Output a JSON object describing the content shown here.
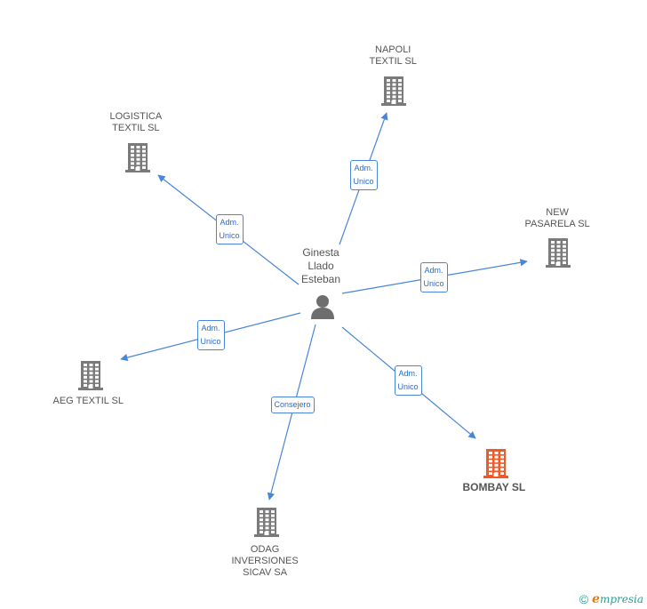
{
  "colors": {
    "edge": "#4a86d8",
    "edge_label_text": "#2a6cc9",
    "company_icon": "#7a7a7a",
    "company_icon_highlight": "#f05a28",
    "person_icon": "#6e6e6e",
    "text": "#555555"
  },
  "center_person": {
    "name_lines": [
      "Ginesta",
      "Llado",
      "Esteban"
    ],
    "icon": "person-icon"
  },
  "companies": [
    {
      "id": "napoli",
      "name_lines": [
        "NAPOLI",
        "TEXTIL SL"
      ],
      "icon": "building-icon",
      "highlight": false
    },
    {
      "id": "logistica",
      "name_lines": [
        "LOGISTICA",
        "TEXTIL SL"
      ],
      "icon": "building-icon",
      "highlight": false
    },
    {
      "id": "new-pasarela",
      "name_lines": [
        "NEW",
        "PASARELA SL"
      ],
      "icon": "building-icon",
      "highlight": false
    },
    {
      "id": "aeg",
      "name_lines": [
        "AEG TEXTIL SL"
      ],
      "icon": "building-icon",
      "highlight": false
    },
    {
      "id": "bombay",
      "name_lines": [
        "BOMBAY SL"
      ],
      "icon": "building-icon",
      "highlight": true
    },
    {
      "id": "odag",
      "name_lines": [
        "ODAG",
        "INVERSIONES",
        "SICAV SA"
      ],
      "icon": "building-icon",
      "highlight": false
    }
  ],
  "relations": [
    {
      "to": "napoli",
      "label_lines": [
        "Adm.",
        "Unico"
      ]
    },
    {
      "to": "logistica",
      "label_lines": [
        "Adm.",
        "Unico"
      ]
    },
    {
      "to": "new-pasarela",
      "label_lines": [
        "Adm.",
        "Unico"
      ]
    },
    {
      "to": "aeg",
      "label_lines": [
        "Adm.",
        "Unico"
      ]
    },
    {
      "to": "bombay",
      "label_lines": [
        "Adm.",
        "Unico"
      ]
    },
    {
      "to": "odag",
      "label_lines": [
        "Consejero"
      ]
    }
  ],
  "footer": {
    "copyright_symbol": "©",
    "brand_initial": "e",
    "brand_rest": "mpresia"
  }
}
